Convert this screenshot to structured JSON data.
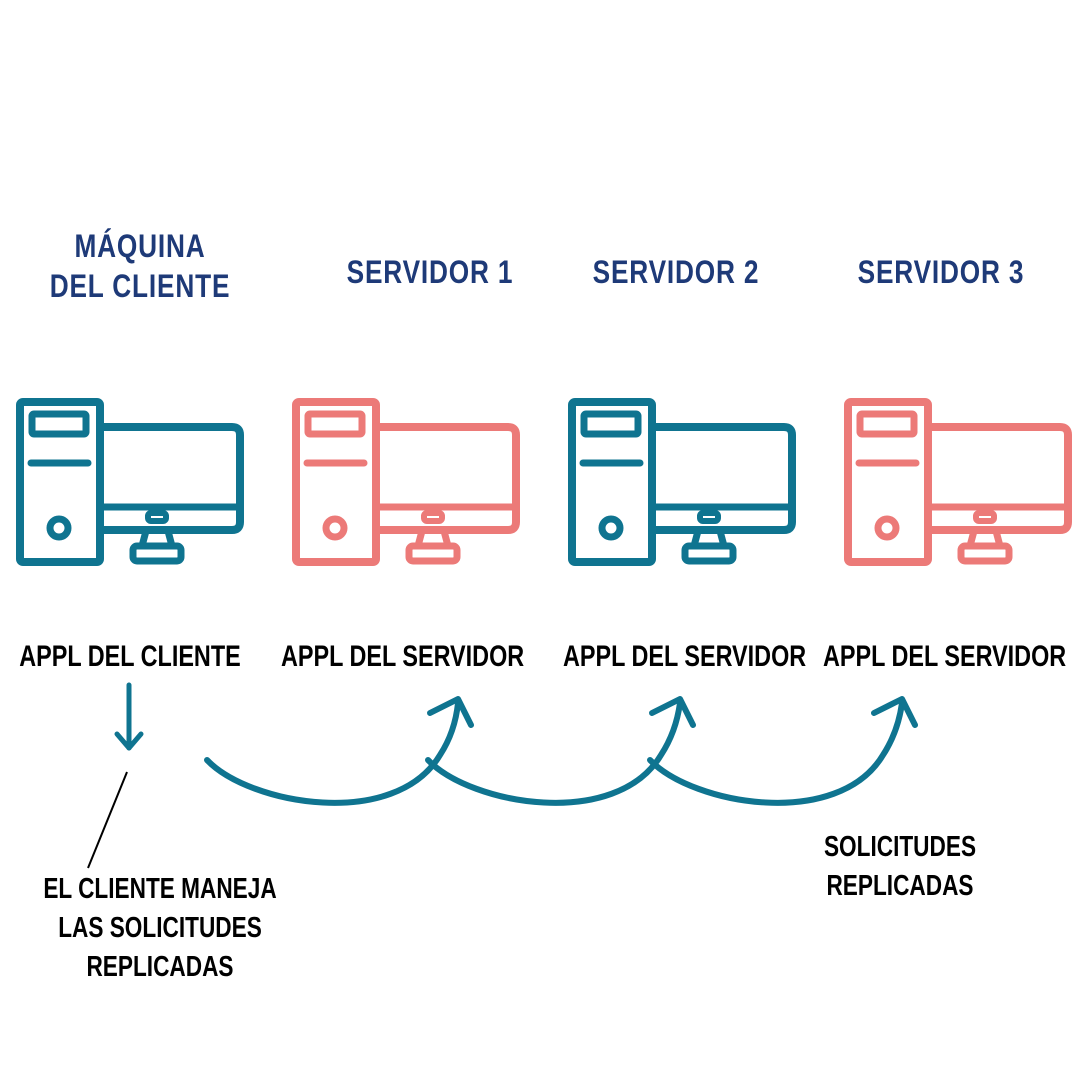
{
  "colors": {
    "teal": "#0f7490",
    "coral": "#ec7a78",
    "title": "#1e3a78",
    "text": "#000000"
  },
  "machines": [
    {
      "title_lines": [
        "MÁQUINA",
        "DEL CLIENTE"
      ],
      "app_label": "APPL DEL CLIENTE",
      "icon": "desktop-computer-icon",
      "color": "teal"
    },
    {
      "title_lines": [
        "SERVIDOR 1"
      ],
      "app_label": "APPL DEL SERVIDOR",
      "icon": "desktop-computer-icon",
      "color": "coral"
    },
    {
      "title_lines": [
        "SERVIDOR 2"
      ],
      "app_label": "APPL DEL SERVIDOR",
      "icon": "desktop-computer-icon",
      "color": "teal"
    },
    {
      "title_lines": [
        "SERVIDOR 3"
      ],
      "app_label": "APPL DEL SERVIDOR",
      "icon": "desktop-computer-icon",
      "color": "coral"
    }
  ],
  "notes": {
    "client_note": [
      "EL CLIENTE MANEJA",
      "LAS SOLICITUDES",
      "REPLICADAS"
    ],
    "replicated_note": [
      "SOLICITUDES",
      "REPLICADAS"
    ]
  }
}
